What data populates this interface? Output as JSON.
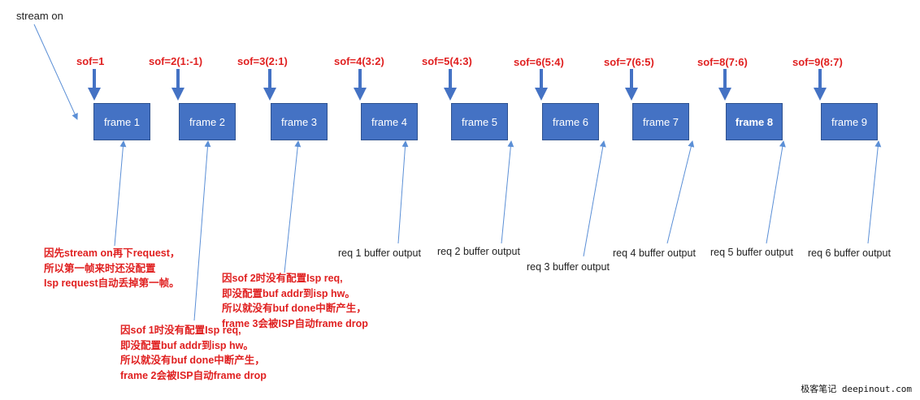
{
  "stream_label": "stream on",
  "sof_labels": [
    "sof=1",
    "sof=2(1:-1)",
    "sof=3(2:1)",
    "sof=4(3:2)",
    "sof=5(4:3)",
    "sof=6(5:4)",
    "sof=7(6:5)",
    "sof=8(7:6)",
    "sof=9(8:7)"
  ],
  "frames": [
    "frame 1",
    "frame 2",
    "frame 3",
    "frame 4",
    "frame 5",
    "frame 6",
    "frame 7",
    "frame 8",
    "frame 9"
  ],
  "req_labels": [
    "req 1 buffer output",
    "req 2 buffer output",
    "req 3 buffer output",
    "req 4 buffer output",
    "req 5 buffer output",
    "req 6 buffer output"
  ],
  "notes": {
    "frame1": [
      "因先stream on再下request，",
      "所以第一帧来时还没配置",
      "Isp request自动丢掉第一帧。"
    ],
    "frame2": [
      "因sof 1时没有配置Isp req,",
      "即没配置buf addr到isp hw。",
      "所以就没有buf done中断产生，",
      "frame 2会被ISP自动frame drop"
    ],
    "frame3": [
      "因sof 2时没有配置Isp req,",
      "即没配置buf addr到isp hw。",
      "所以就没有buf done中断产生，",
      "frame 3会被ISP自动frame drop"
    ]
  },
  "watermark": "极客笔记 deepinout.com",
  "colors": {
    "frame_fill": "#4472c4",
    "sof_arrow": "#4472c4",
    "annotation_text": "#e02020",
    "thin_arrow": "#5b8fd6"
  }
}
